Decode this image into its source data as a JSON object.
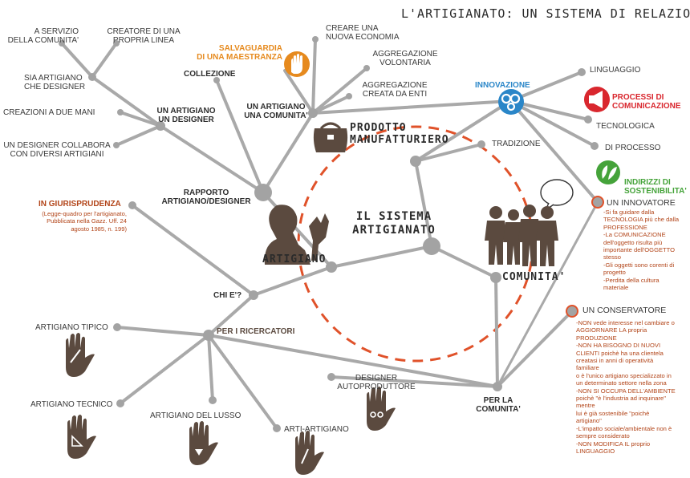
{
  "title": "L'ARTIGIANATO: UN SISTEMA DI RELAZIONI",
  "center": {
    "line1": "IL SISTEMA",
    "line2": "ARTIGIANATO"
  },
  "hubs": {
    "artigiano": "ARTIGIANO",
    "comunita": "COMUNITA'",
    "prodotto_l1": "PRODOTTO",
    "prodotto_l2": "MANUFATTURIERO"
  },
  "top_left": {
    "a_servizio_l1": "A SERVIZIO",
    "a_servizio_l2": "DELLA COMUNITA'",
    "creatore_l1": "CREATORE DI UNA",
    "creatore_l2": "PROPRIA LINEA",
    "sia_l1": "SIA ARTIGIANO",
    "sia_l2": "CHE DESIGNER",
    "creazioni": "CREAZIONI A DUE MANI",
    "collabora_l1": "UN DESIGNER COLLABORA",
    "collabora_l2": "CON DIVERSI ARTIGIANI",
    "un_artigiano_designer_l1": "UN ARTIGIANO",
    "un_artigiano_designer_l2": "UN DESIGNER",
    "collezione": "COLLEZIONE",
    "rapporto_l1": "RAPPORTO",
    "rapporto_l2": "ARTIGIANO/DESIGNER"
  },
  "top_center": {
    "salvaguardia_l1": "SALVAGUARDIA",
    "salvaguardia_l2": "DI UNA MAESTRANZA",
    "creare_l1": "CREARE UNA",
    "creare_l2": "NUOVA ECONOMIA",
    "volontaria_l1": "AGGREGAZIONE",
    "volontaria_l2": "VOLONTARIA",
    "enti_l1": "AGGREGAZIONE",
    "enti_l2": "CREATA DA ENTI",
    "comunita_l1": "UN ARTIGIANO",
    "comunita_l2": "UNA COMUNITA'"
  },
  "right": {
    "innovazione": "INNOVAZIONE",
    "linguaggio": "LINGUAGGIO",
    "processi_l1": "PROCESSI DI",
    "processi_l2": "COMUNICAZIONE",
    "tecnologica": "TECNOLOGICA",
    "di_processo": "DI PROCESSO",
    "tradizione": "TRADIZIONE",
    "indirizzi_l1": "INDIRIZZI DI",
    "indirizzi_l2": "SOSTENIBILITA'"
  },
  "innovatore": {
    "heading": "UN INNOVATORE",
    "lines": [
      "-Si fa guidare dalla",
      "TECNOLOGIA più che dalla",
      "PROFESSIONE",
      "-La COMUNICAZIONE",
      "dell'oggetto risulta più",
      "importante dell'OGGETTO",
      "stesso",
      "-Gli oggetti sono corenti di",
      "progetto",
      "-Perdita della cultura",
      "materiale"
    ]
  },
  "conservatore": {
    "heading": "UN CONSERVATORE",
    "lines": [
      "-NON vede interesse nel cambiare o",
      "AGGIORNARE LA propria",
      "PRODUZIONE",
      "-NON HA BISOGNO DI NUOVI",
      "CLIENTI poichè ha una clientela",
      "creatasi in anni di operatività",
      "familiare",
      "o è l'unico artigiano specializzato in",
      "un determinato settore nella zona",
      "-NON SI OCCUPA DELL'AMBIENTE",
      "poichè \"è l'industria ad inquinare\"",
      "mentre",
      "lui è già sostenibile \"poichè",
      "artigiano\"",
      "-L'impatto sociale/ambientale non è",
      "sempre considerato",
      "-NON MODIFICA IL proprio",
      "LINGUAGGIO"
    ]
  },
  "left": {
    "giurisprudenza_title": "IN GIURISPRUDENZA",
    "giurisprudenza_lines": [
      "(Legge-quadro per l'artigianato,",
      "Pubblicata nella Gazz. Uff. 24",
      "agosto 1985, n. 199)"
    ],
    "chi_e": "CHI E'?"
  },
  "bottom": {
    "ricercatori": "PER I RICERCATORI",
    "tipico": "ARTIGIANO TIPICO",
    "tecnico": "ARTIGIANO TECNICO",
    "lusso": "ARTIGIANO DEL LUSSO",
    "arti": "ARTI-ARTIGIANO",
    "autoproduttore_l1": "DESIGNER",
    "autoproduttore_l2": "AUTOPRODUTTORE",
    "per_la_comunita_l1": "PER LA",
    "per_la_comunita_l2": "COMUNITA'"
  },
  "colors": {
    "line": "#a9a9a9",
    "node": "#a3a3a3",
    "brown": "#5b4a3f",
    "orange": "#e68a1e",
    "blue": "#2a86c8",
    "red": "#d9272e",
    "green": "#45a33a",
    "dash": "#e0522a",
    "note": "#b24418"
  },
  "icons": [
    "hand-stop-icon",
    "gears-icon",
    "megaphone-icon",
    "leaves-icon",
    "bag-icon",
    "speech-bubble-icon",
    "craftsman-silhouette-icon",
    "community-silhouette-icon",
    "hand-tool-icon"
  ]
}
